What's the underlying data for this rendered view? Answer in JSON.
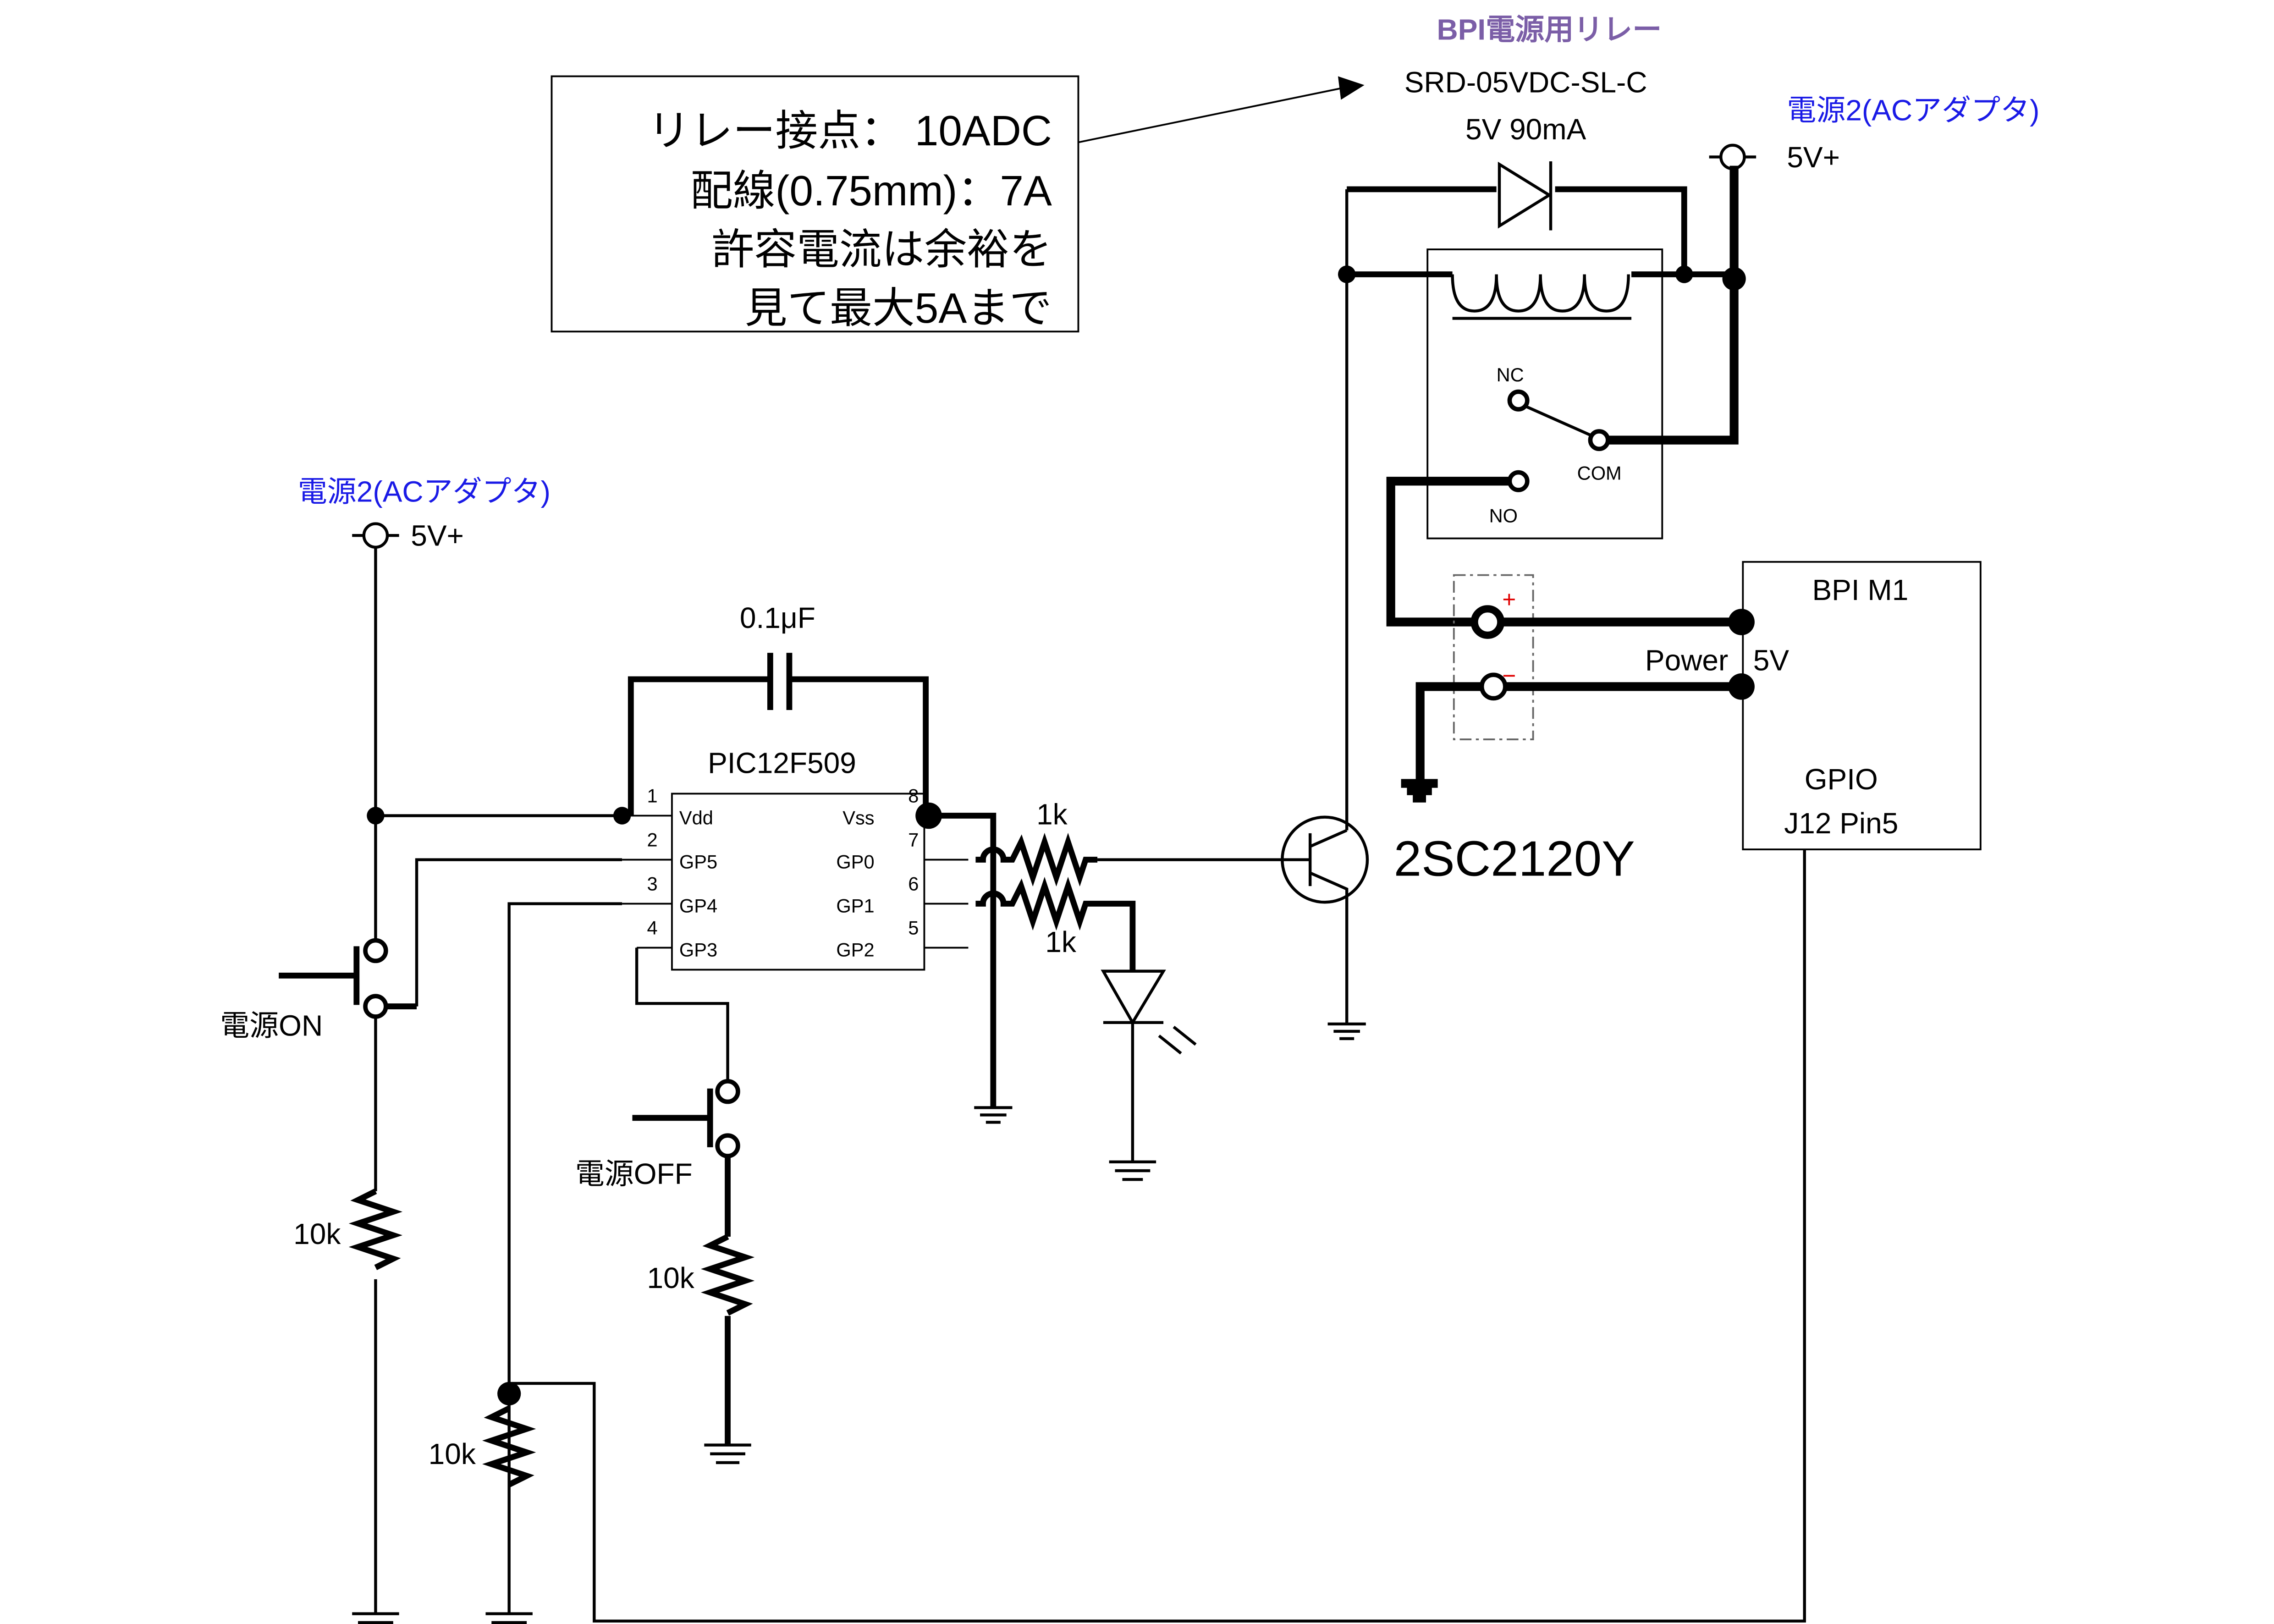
{
  "note_box": {
    "lines": [
      "リレー接点：  10ADC",
      "配線(0.75mm)：7A",
      "許容電流は余裕を",
      "見て最大5Aまで"
    ]
  },
  "relay": {
    "title": "BPI電源用リレー",
    "model": "SRD-05VDC-SL-C",
    "spec": "5V 90mA",
    "nc": "NC",
    "no": "NO",
    "com": "COM"
  },
  "power_right": {
    "label": "電源2(ACアダプタ)",
    "voltage": "5V+"
  },
  "power_left": {
    "label": "電源2(ACアダプタ)",
    "voltage": "5V+"
  },
  "bpi": {
    "title": "BPI M1",
    "power": "Power",
    "v5": "5V",
    "gpio": "GPIO",
    "pin": "J12 Pin5"
  },
  "connector": {
    "plus": "+",
    "minus": "−"
  },
  "pic": {
    "name": "PIC12F509",
    "left_pins": [
      {
        "num": "1",
        "name": "Vdd"
      },
      {
        "num": "2",
        "name": "GP5"
      },
      {
        "num": "3",
        "name": "GP4"
      },
      {
        "num": "4",
        "name": "GP3"
      }
    ],
    "right_pins": [
      {
        "num": "8",
        "name": "Vss"
      },
      {
        "num": "7",
        "name": "GP0"
      },
      {
        "num": "6",
        "name": "GP1"
      },
      {
        "num": "5",
        "name": "GP2"
      }
    ]
  },
  "cap": "0.1μF",
  "r_gp0": "1k",
  "r_gp1": "1k",
  "transistor": "2SC2120Y",
  "sw_on": "電源ON",
  "sw_off": "電源OFF",
  "r_on": "10k",
  "r_off": "10k",
  "r_pd": "10k",
  "colors": {
    "relay_title": "#7b5ea7",
    "power_label": "#1a1ae6",
    "polarity": "#e00000"
  }
}
